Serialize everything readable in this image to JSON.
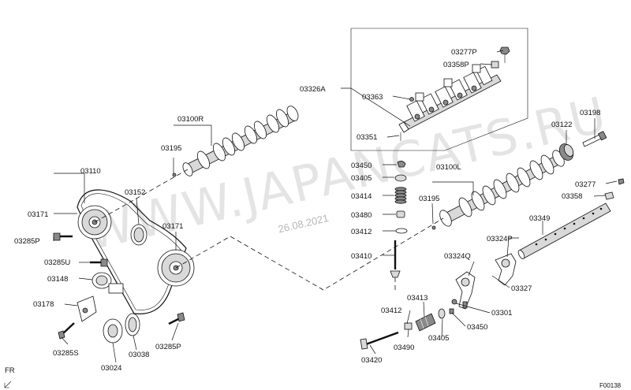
{
  "watermark": "WWW.JAPANCATS.RU",
  "date_stamp": "26.08.2021",
  "figure_code": "F00138",
  "direction_label": "FR",
  "labels": {
    "p03100R": "03100R",
    "p03195_top": "03195",
    "p03110": "03110",
    "p03152": "03152",
    "p03171_left": "03171",
    "p03171_mid": "03171",
    "p03285P_left": "03285P",
    "p03285U": "03285U",
    "p03148": "03148",
    "p03178": "03178",
    "p03285S": "03285S",
    "p03024": "03024",
    "p03038": "03038",
    "p03285P_bottom": "03285P",
    "p03326A": "03326A",
    "p03277P": "03277P",
    "p03358P": "03358P",
    "p03363": "03363",
    "p03351": "03351",
    "p03450_top": "03450",
    "p03405_top": "03405",
    "p03414": "03414",
    "p03480": "03480",
    "p03412_top": "03412",
    "p03410": "03410",
    "p03100L": "03100L",
    "p03195_mid": "03195",
    "p03122": "03122",
    "p03198": "03198",
    "p03277": "03277",
    "p03358": "03358",
    "p03349": "03349",
    "p03324P": "03324P",
    "p03324Q": "03324Q",
    "p03327": "03327",
    "p03413": "03413",
    "p03412_bottom": "03412",
    "p03301": "03301",
    "p03450_bottom": "03450",
    "p03490": "03490",
    "p03405_bottom": "03405",
    "p03420": "03420"
  }
}
